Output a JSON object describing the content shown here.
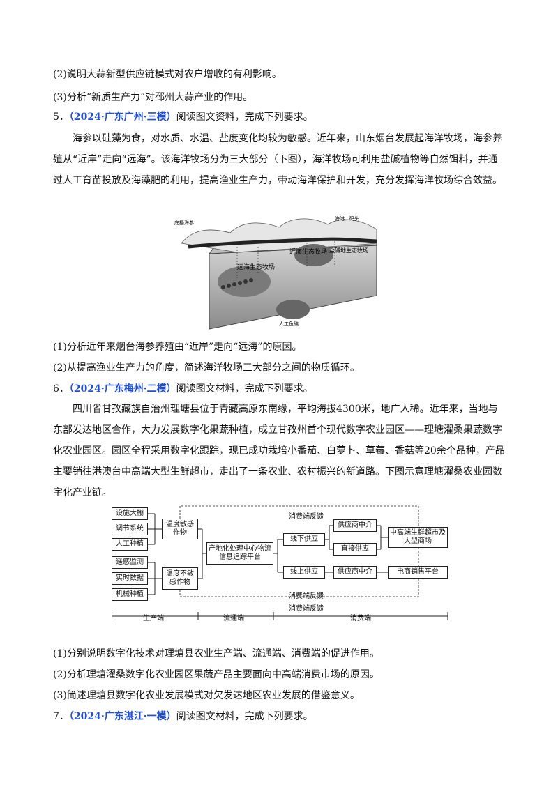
{
  "questions_top": [
    "(2)说明大蒜新型供应链模式对农户增收的有利影响。",
    "(3)分析“新质生产力”对邳州大蒜产业的作用。"
  ],
  "q5": {
    "num": "5．",
    "source": "（2024·广东广州·三模）",
    "lead": "阅读图文资料，完成下列要求。",
    "paragraph": "海参以硅藻为食，对水质、水温、盐度变化均较为敏感。近年来，山东烟台发展起海洋牧场，海参养殖从“近岸”走向“远海”。该海洋牧场分为三大部分（下图），海洋牧场可利用盐碱植物等自然饵料，并通过人工育苗投放及海藻肥的利用，提高渔业生产力，带动海洋保护和开发，充分发挥海洋牧场综合效益。",
    "figure": {
      "labels": {
        "sea_cucumber": "底播海参",
        "dock": "海港、码头",
        "near": "近海生态牧场",
        "coastal": "盐碱地生态牧场",
        "far": "远海生态牧场",
        "reef": "人工鱼礁"
      }
    },
    "questions": [
      "(1)分析近年来烟台海参养殖由“近岸”走向“远海”的原因。",
      "(2)从提高渔业生产力的角度，简述海洋牧场三大部分之间的物质循环。"
    ]
  },
  "q6": {
    "num": "6．",
    "source": "（2024·广东梅州·二模）",
    "lead": "阅读图文材料，完成下列要求。",
    "paragraph": "四川省甘孜藏族自治州理塘县位于青藏高原东南缘，平均海拔4300米，地广人稀。近年来，当地与东部发达地区合作，大力发展数字化果蔬种植，成立甘孜州首个现代数字农业园区——理塘濯桑果蔬数字化农业园区。园区全程采用数字化跟踪，现已成功栽培小番茄、白萝卜、草莓、香菇等20余个品种，产品主要销往港澳台中高端大型生鲜超市，走出了一条农业、农村振兴的新道路。下图示意理塘濯桑农业园数字化产业链。",
    "diagram": {
      "left_boxes": [
        "设施大棚",
        "调节系统",
        "人工种植",
        "遥感监测",
        "实时数据",
        "机械种植"
      ],
      "sensitive": "温度敏感作物",
      "insensitive": "温度不敏感作物",
      "center": "产地化处理中心物流信息追踪平台",
      "offline": "线下供应",
      "online": "线上供应",
      "supplier": "供应商中介",
      "direct": "直接供应",
      "supplier2": "供应商中介",
      "market": "中高端生鲜超市及大型商场",
      "ecom": "电商销售平台",
      "feedback_top": "消费端反馈",
      "feedback_bottom1": "消费端反馈",
      "feedback_bottom2": "消费端反馈",
      "axis": [
        "生产端",
        "流通端",
        "消费端"
      ]
    },
    "questions": [
      "(1)分别说明数字化技术对理塘县农业生产端、流通端、消费端的促进作用。",
      "(2)分析理塘濯桑数字化农业园区果蔬产品主要面向中高端消费市场的原因。",
      "(3)简述理塘县数字化农业发展模式对欠发达地区农业发展的借鉴意义。"
    ]
  },
  "q7": {
    "num": "7．",
    "source": "（2024·广东湛江·一模）",
    "lead": "阅读图文材料，完成下列要求。"
  }
}
